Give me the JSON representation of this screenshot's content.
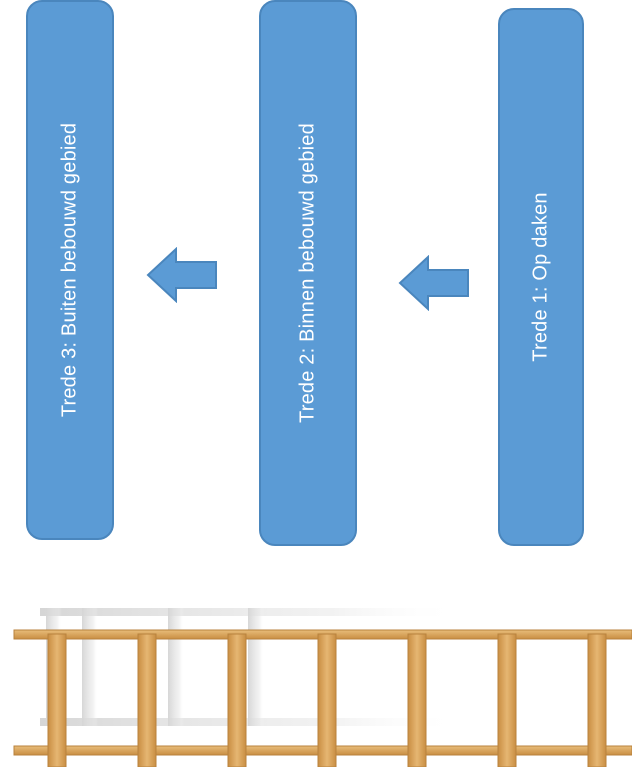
{
  "diagram": {
    "steps": [
      {
        "label": "Trede 3: Buiten bebouwd gebied"
      },
      {
        "label": "Trede 2: Binnen bebouwd gebied"
      },
      {
        "label": "Trede 1: Op daken"
      }
    ],
    "colors": {
      "box_fill": "#5b9bd5",
      "box_border": "#4a86bd",
      "arrow_fill": "#5b9bd5",
      "ladder_wood": "#d9a760",
      "ladder_shadow": "#e0e0e0"
    },
    "icons": [
      "arrow-left-icon",
      "arrow-left-icon",
      "ladder-icon"
    ]
  }
}
